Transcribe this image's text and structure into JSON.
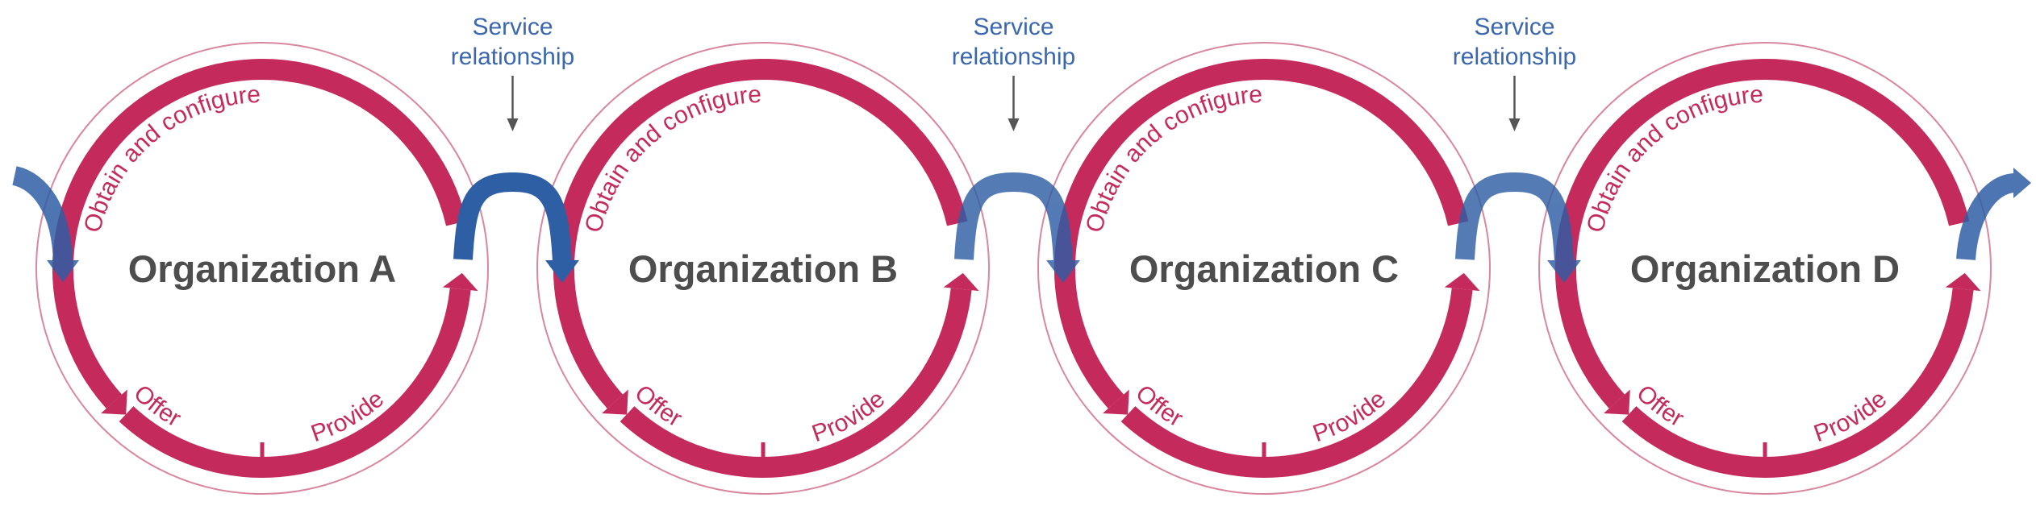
{
  "title": "Service relationship chain between organizations",
  "colors": {
    "lifecycle": "#c42b5c",
    "outer_ring": "#d9869f",
    "service_flow": "#2e5ea4",
    "service_label": "#3a67ae",
    "pointer": "#555555",
    "org_title": "#4d4d4d"
  },
  "organizations": [
    {
      "name": "Organization A",
      "phases": {
        "obtain": "Obtain and configure",
        "offer": "Offer",
        "provide": "Provide"
      }
    },
    {
      "name": "Organization B",
      "phases": {
        "obtain": "Obtain and configure",
        "offer": "Offer",
        "provide": "Provide"
      }
    },
    {
      "name": "Organization C",
      "phases": {
        "obtain": "Obtain and configure",
        "offer": "Offer",
        "provide": "Provide"
      }
    },
    {
      "name": "Organization D",
      "phases": {
        "obtain": "Obtain and configure",
        "offer": "Offer",
        "provide": "Provide"
      }
    }
  ],
  "service_relationships": [
    {
      "line1": "Service",
      "line2": "relationship",
      "from": "Organization A",
      "to": "Organization B"
    },
    {
      "line1": "Service",
      "line2": "relationship",
      "from": "Organization B",
      "to": "Organization C"
    },
    {
      "line1": "Service",
      "line2": "relationship",
      "from": "Organization C",
      "to": "Organization D"
    }
  ],
  "flow": {
    "incoming": "service from upstream into Organization A",
    "outgoing": "service from Organization D to downstream"
  }
}
